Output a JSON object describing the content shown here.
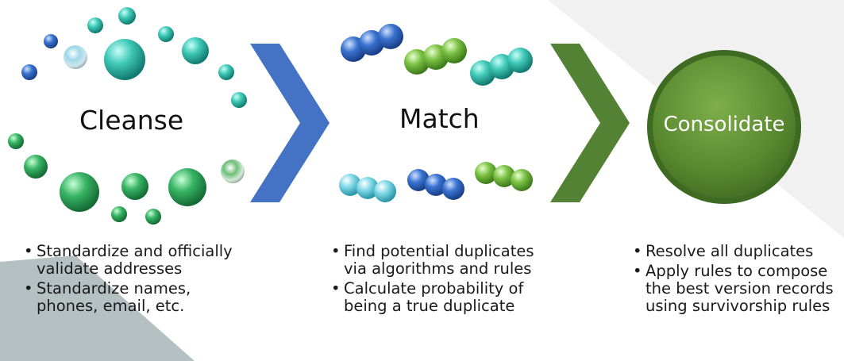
{
  "header": {
    "partial_text": "",
    "visible": false
  },
  "steps": [
    {
      "label": "Cleanse",
      "bullets": [
        "Standardize and officially validate addresses",
        "Standardize names, phones, email, etc."
      ]
    },
    {
      "label": "Match",
      "bullets": [
        "Find potential duplicates via algorithms and rules",
        "Calculate probability of being a true duplicate"
      ]
    },
    {
      "label": "Consolidate",
      "bullets": [
        "Resolve all duplicates",
        "Apply rules to compose the best version records using survivorship rules"
      ]
    }
  ],
  "colors": {
    "arrow_blue": "#4472c4",
    "arrow_green": "#548235",
    "circle_green": "#548235",
    "bubble_teal": "#3fbfb0",
    "bubble_green": "#3cb371",
    "bubble_blue": "#3a6fc9",
    "bubble_lime": "#7cc04a",
    "bubble_cyan": "#6fd6e0",
    "bg_shape": "#f0f0f0",
    "corner_shape": "#b4c0c2"
  },
  "icons": [
    "chevron-right-icon",
    "bubble-icon"
  ]
}
